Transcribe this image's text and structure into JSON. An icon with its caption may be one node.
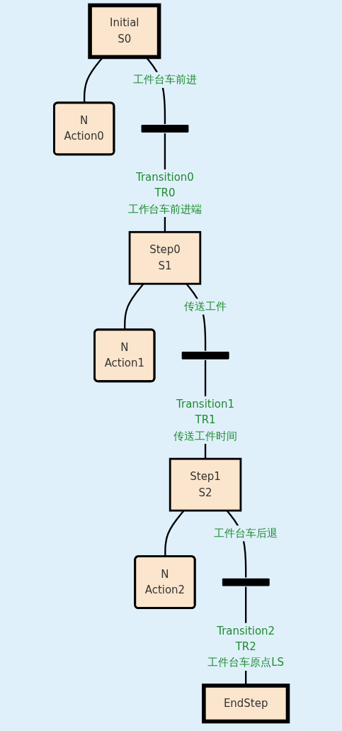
{
  "diagram": {
    "nodes": [
      {
        "text": [
          "Initial",
          "S0"
        ],
        "beside": [
          "工件台车前进"
        ]
      },
      {
        "text": [
          "N",
          "Action0"
        ]
      },
      {
        "text": [],
        "shape": "bar",
        "beside": [
          "Transition0",
          "TR0",
          "工作台车前进端"
        ]
      },
      {
        "text": [
          "Step0",
          "S1"
        ],
        "beside": [
          "传送工件"
        ]
      },
      {
        "text": [
          "N",
          "Action1"
        ]
      },
      {
        "text": [],
        "shape": "bar",
        "beside": [
          "Transition1",
          "TR1",
          "传送工件时间"
        ]
      },
      {
        "text": [
          "Step1",
          "S2"
        ],
        "beside": [
          "工件台车后退"
        ]
      },
      {
        "text": [
          "N",
          "Action2"
        ]
      },
      {
        "text": [],
        "shape": "bar",
        "beside": [
          "Transition2",
          "TR2",
          "工件台车原点LS"
        ]
      },
      {
        "text": [
          "EndStep"
        ]
      }
    ],
    "edges": [
      {
        "from": 0,
        "to": 1,
        "arrow": "none"
      },
      {
        "from": 0,
        "to": 2,
        "arrow": "none"
      },
      {
        "from": 2,
        "to": 3,
        "arrow": "none"
      },
      {
        "from": 3,
        "to": 4,
        "arrow": "none"
      },
      {
        "from": 3,
        "to": 5,
        "arrow": "none"
      },
      {
        "from": 5,
        "to": 6,
        "arrow": "none"
      },
      {
        "from": 6,
        "to": 7,
        "arrow": "none"
      },
      {
        "from": 6,
        "to": 8,
        "arrow": "none"
      },
      {
        "from": 8,
        "to": 9,
        "arrow": "none"
      }
    ]
  }
}
